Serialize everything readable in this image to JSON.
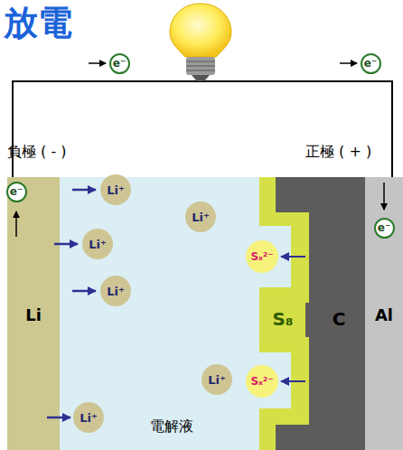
{
  "diagram": {
    "title": "放電",
    "nodes": [
      {
        "text": [
          "e⁻"
        ]
      },
      {
        "text": [
          "e⁻"
        ]
      },
      {
        "text": [
          "Li"
        ]
      },
      {
        "text": [
          "e⁻"
        ],
        "in": 2
      },
      {
        "text": [
          "電解液"
        ]
      },
      {
        "text": [
          "Li⁺"
        ],
        "in": 4
      },
      {
        "text": [
          "Li⁺"
        ],
        "in": 4
      },
      {
        "text": [
          "Li⁺"
        ],
        "in": 4
      },
      {
        "text": [
          "Li⁺"
        ],
        "in": 4
      },
      {
        "text": [
          "Li⁺"
        ],
        "in": 4
      },
      {
        "text": [
          "Li⁺"
        ],
        "in": 4
      },
      {
        "text": [
          "Sₓ²⁻"
        ],
        "in": 4
      },
      {
        "text": [
          "Sₓ²⁻"
        ],
        "in": 4
      },
      {
        "text": [
          "S₈"
        ]
      },
      {
        "text": [
          "C"
        ]
      },
      {
        "text": [
          "Al"
        ]
      },
      {
        "text": [
          "e⁻"
        ],
        "in": 15
      }
    ],
    "labels": [
      "負極 ( - )",
      "正極 ( + )"
    ]
  }
}
